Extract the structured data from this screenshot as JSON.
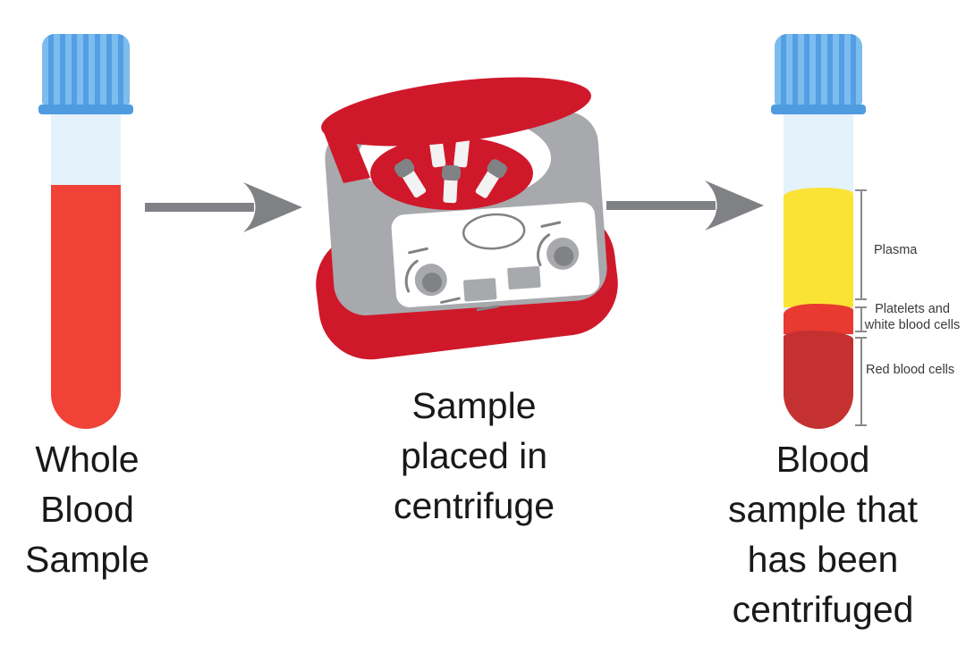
{
  "figure": {
    "steps": {
      "left_caption_lines": [
        "Whole",
        "Blood",
        "Sample"
      ],
      "middle_caption_lines": [
        "Sample",
        "placed in",
        "centrifuge"
      ],
      "right_caption_lines": [
        "Blood",
        "sample that",
        "has been",
        "centrifuged"
      ]
    },
    "layer_labels": {
      "plasma": "Plasma",
      "platelets_line1": "Platelets and",
      "platelets_line2": "white blood cells",
      "red_blood_cells": "Red blood cells"
    },
    "colors": {
      "cap_blue": "#7DBCEF",
      "cap_ridge": "#549FE3",
      "cap_lip": "#4E9BE0",
      "tube_glass": "#E3F2FB",
      "whole_blood": "#F04237",
      "plasma_yellow": "#FBE335",
      "platelets_red": "#E83A30",
      "rbc_red": "#C43130",
      "arrow_gray": "#7F8184",
      "centrifuge_red": "#D0182B",
      "centrifuge_gray": "#A7A9AC",
      "centrifuge_dark_gray": "#808285",
      "rotor_tube_white": "#F2F2F2",
      "panel_white": "#FFFFFF",
      "bracket": "#8A8A8A",
      "label_text": "#3A3A3A",
      "caption_text": "#191919"
    }
  }
}
